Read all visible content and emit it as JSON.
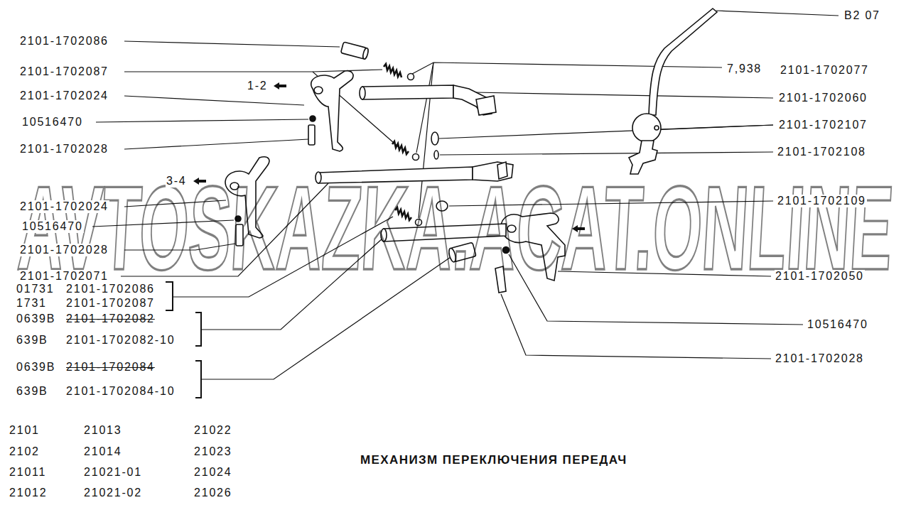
{
  "diagram": {
    "title": "МЕХАНИЗМ ПЕРЕКЛЮЧЕНИЯ ПЕРЕДАЧ",
    "labels": [
      "2101-1702086",
      "2101-1702087",
      "2101-1702024",
      "10516470",
      "2101-1702028",
      "2101-1702024",
      "10516470",
      "2101-1702028",
      "2101-1702071",
      "01731",
      "2101-1702086",
      "1731",
      "2101-1702087",
      "0639B",
      "2101-1702082",
      "639B",
      "2101-1702082-10",
      "0639B",
      "2101-1702084",
      "639B",
      "2101-1702084-10",
      "1-2",
      "3-4",
      "B2 07",
      "7,938",
      "2101-1702077",
      "2101-1702060",
      "2101-1702107",
      "2101-1702108",
      "2101-1702109",
      "2101-1702050",
      "10516470",
      "2101-1702028",
      "2101",
      "21013",
      "21022",
      "2102",
      "21014",
      "21023",
      "21011",
      "21021-01",
      "21024",
      "21012",
      "21021-02",
      "21026",
      "AVTOSKAZKA.ACAT.ONLINE"
    ]
  }
}
